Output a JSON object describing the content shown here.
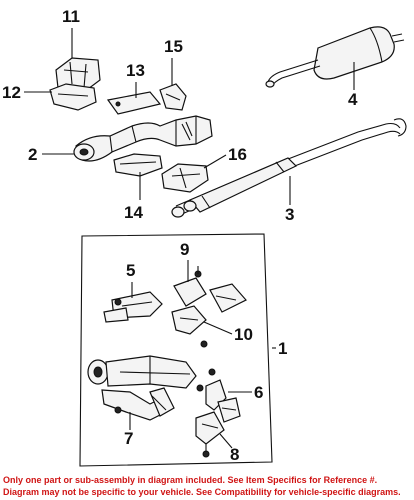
{
  "callouts": {
    "n1": "1",
    "n2": "2",
    "n3": "3",
    "n4": "4",
    "n5": "5",
    "n6": "6",
    "n7": "7",
    "n8": "8",
    "n9": "9",
    "n10": "10",
    "n11": "11",
    "n12": "12",
    "n13": "13",
    "n14": "14",
    "n15": "15",
    "n16": "16"
  },
  "footer": {
    "line1": "Only one part or sub-assembly in diagram included. See Item Specifics for Reference #.",
    "line2": "Diagram may not be specific to your vehicle. See Compatibility for vehicle-specific diagrams."
  },
  "colors": {
    "footer_text": "#d01515",
    "line_art": "#111111"
  }
}
